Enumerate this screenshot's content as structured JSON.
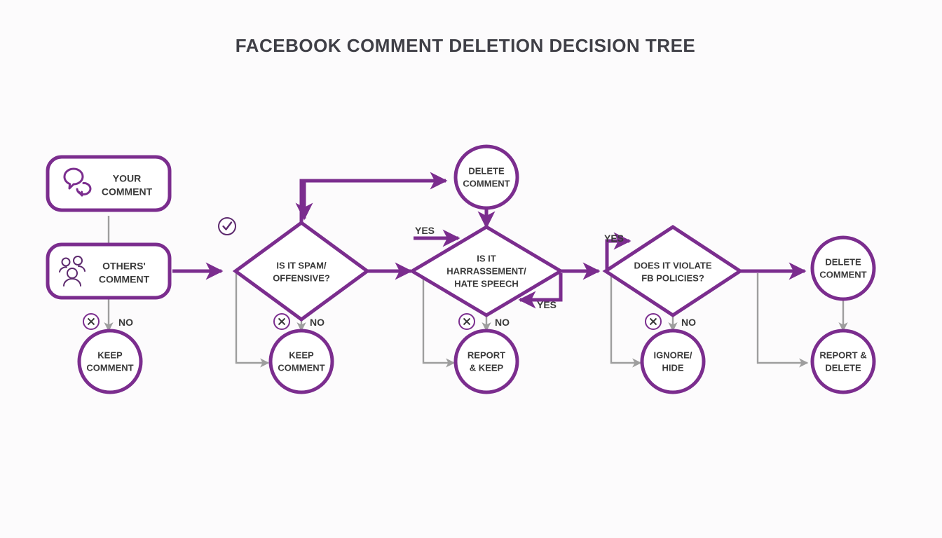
{
  "page": {
    "title": "FACEBOOK COMMENT DELETION DECISION TREE",
    "background_color": "#fcfbfc",
    "accent_color": "#7b2d8e",
    "gray_color": "#9e9e9e",
    "text_color": "#3a3a3a"
  },
  "nodes": {
    "your_comment": {
      "label_line1": "YOUR",
      "label_line2": "COMMENT",
      "shape": "rounded-rect",
      "icon": "speech-bubbles-icon"
    },
    "others_comment": {
      "label_line1": "OTHERS'",
      "label_line2": "COMMENT",
      "shape": "rounded-rect",
      "icon": "people-group-icon"
    },
    "keep_comment_1": {
      "label_line1": "KEEP",
      "label_line2": "COMMENT",
      "shape": "circle"
    },
    "decision_spam": {
      "label_line1": "IS IT SPAM/",
      "label_line2": "OFFENSIVE?",
      "shape": "diamond"
    },
    "keep_comment_2": {
      "label_line1": "KEEP",
      "label_line2": "COMMENT",
      "shape": "circle"
    },
    "delete_comment_top": {
      "label_line1": "DELETE",
      "label_line2": "COMMENT",
      "shape": "circle"
    },
    "decision_harassment": {
      "label_line1": "IS IT",
      "label_line2": "HARRASSEMENT/",
      "label_line3": "HATE SPEECH",
      "shape": "diamond"
    },
    "report_keep": {
      "label_line1": "REPORT",
      "label_line2": "& KEEP",
      "shape": "circle"
    },
    "decision_policies": {
      "label_line1": "DOES IT VIOLATE",
      "label_line2": "FB POLICIES?",
      "shape": "diamond"
    },
    "ignore_hide": {
      "label_line1": "IGNORE/",
      "label_line2": "HIDE",
      "shape": "circle"
    },
    "delete_comment_right": {
      "label_line1": "DELETE",
      "label_line2": "COMMENT",
      "shape": "circle"
    },
    "report_delete": {
      "label_line1": "REPORT &",
      "label_line2": "DELETE",
      "shape": "circle"
    }
  },
  "edge_labels": {
    "no_1": "NO",
    "no_2": "NO",
    "no_3": "NO",
    "no_4": "NO",
    "yes_1": "YES",
    "yes_2": "YES",
    "yes_3": "YES"
  },
  "icons": {
    "check_circle": "check-circle-icon",
    "x_circle_1": "x-circle-icon",
    "x_circle_2": "x-circle-icon",
    "x_circle_3": "x-circle-icon",
    "x_circle_4": "x-circle-icon"
  }
}
